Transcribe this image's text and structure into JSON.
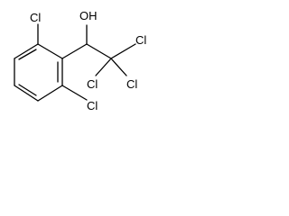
{
  "structure": {
    "atoms": {
      "hydroxyl": "OH",
      "chlorine_ring_top": "Cl",
      "chlorine_ring_bottom": "Cl",
      "chlorine_cf3_upper": "Cl",
      "chlorine_cf3_left": "Cl",
      "chlorine_cf3_right": "Cl"
    },
    "colors": {
      "bond": "#000000",
      "label": "#000000",
      "background": "#ffffff"
    }
  }
}
